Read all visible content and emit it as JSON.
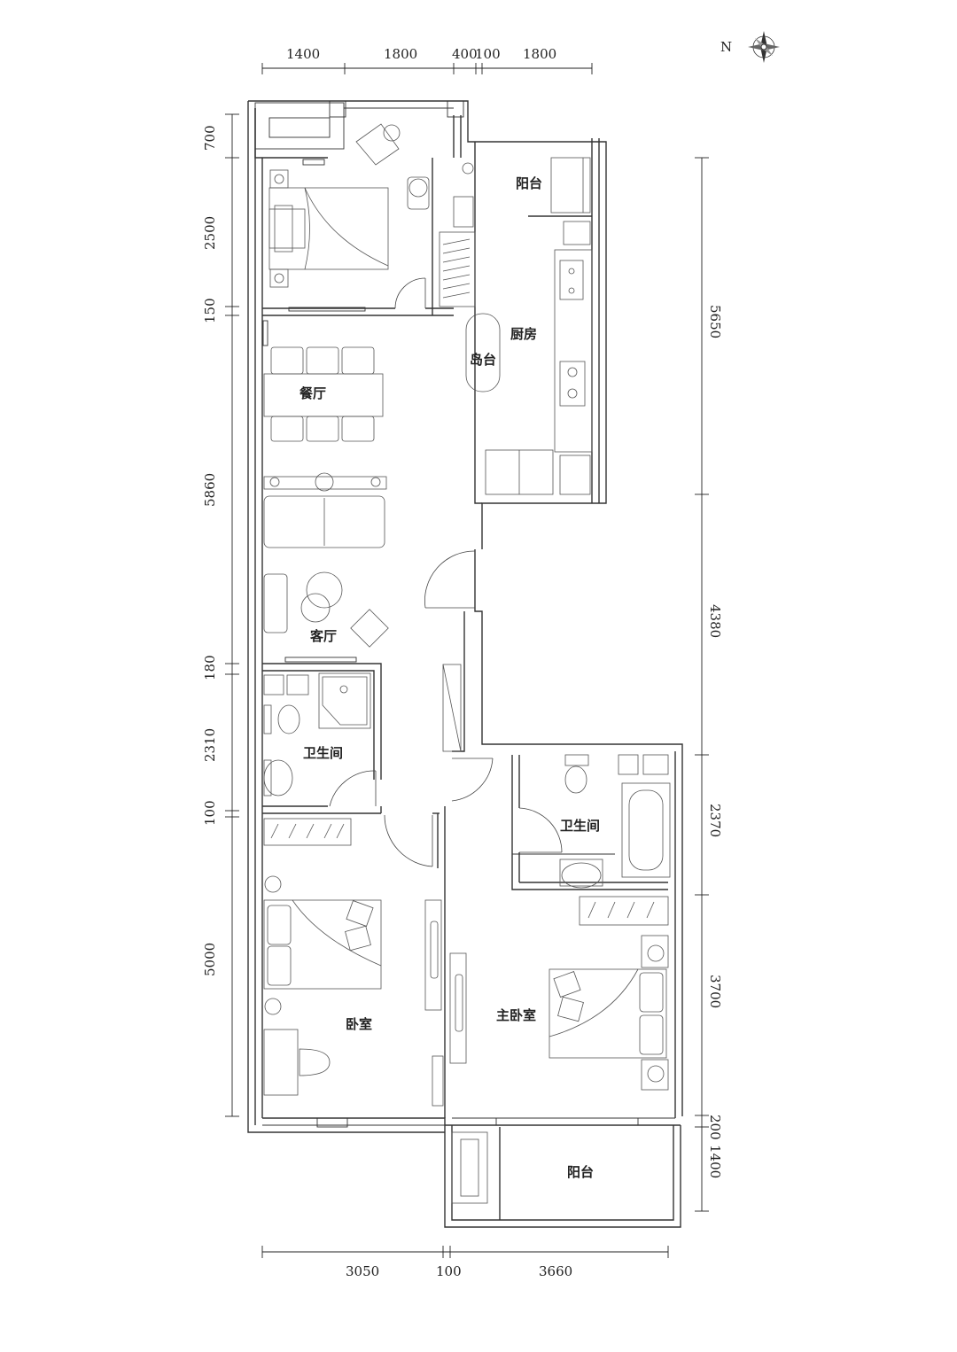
{
  "compass": {
    "north_label": "N",
    "icon": "compass-rose-icon"
  },
  "dimensions": {
    "top": [
      "1400",
      "1800",
      "400",
      "100",
      "1800"
    ],
    "left": [
      "700",
      "2500",
      "150",
      "5860",
      "180",
      "2310",
      "100",
      "5000"
    ],
    "right": [
      "5650",
      "4380",
      "2370",
      "3700",
      "200",
      "1400"
    ],
    "bottom": [
      "3050",
      "100",
      "3660"
    ]
  },
  "rooms": {
    "balcony_north": "阳台",
    "kitchen": "厨房",
    "island": "岛台",
    "dining": "餐厅",
    "living": "客厅",
    "bath_left": "卫生间",
    "bath_right": "卫生间",
    "bedroom": "卧室",
    "master_bedroom": "主卧室",
    "balcony_south": "阳台"
  }
}
